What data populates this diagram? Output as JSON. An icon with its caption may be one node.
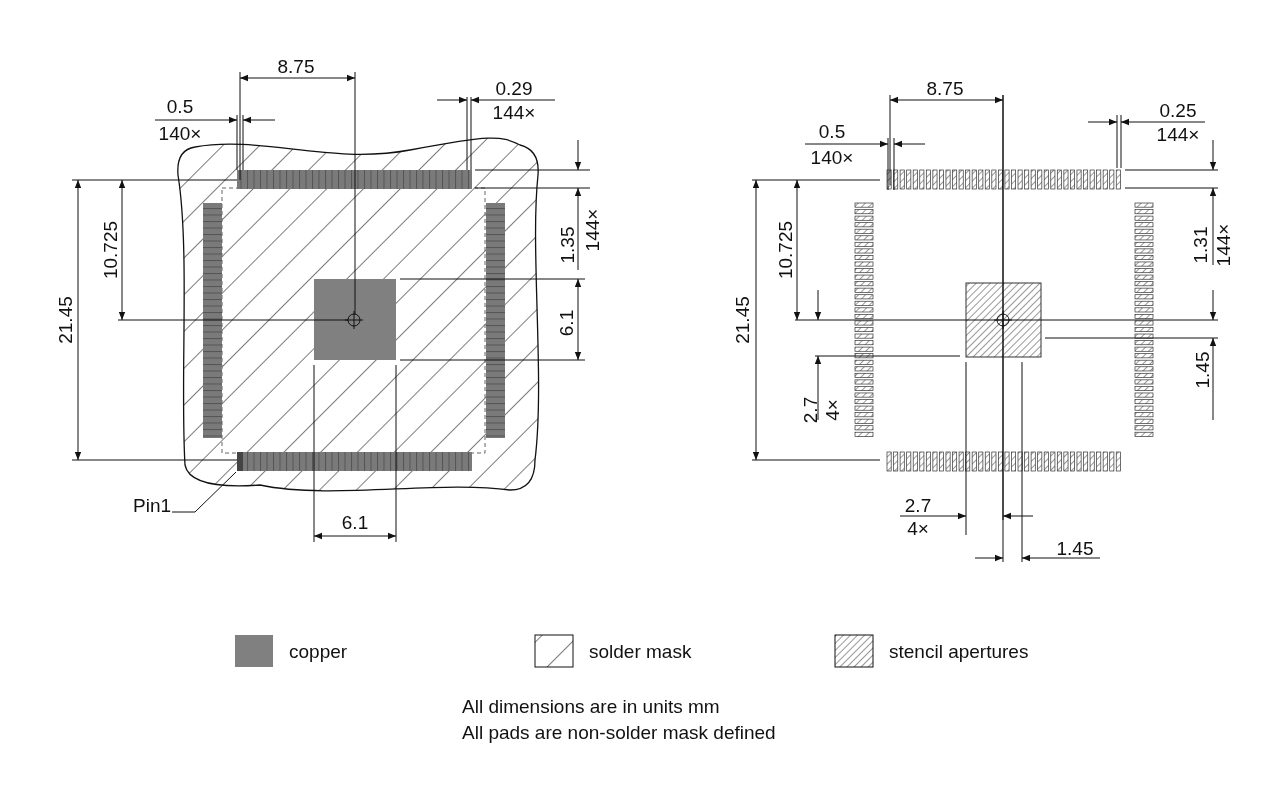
{
  "diagram": {
    "nodes": [
      {
        "text": [
          "Pin1"
        ]
      },
      {
        "text": [],
        "shape": "box"
      }
    ],
    "edges": [
      {
        "from": 0,
        "to": 1,
        "arrow": "none"
      }
    ],
    "labels": [
      "8.75",
      "0.29",
      "144×",
      "0.5",
      "140×",
      "1.35",
      "144×",
      "10.725",
      "21.45",
      "6.1",
      "6.1",
      "8.75",
      "0.25",
      "0.5",
      "144×",
      "140×",
      "1.31",
      "144×",
      "10.725",
      "21.45",
      "2.7",
      "4×",
      "1.45",
      "2.7",
      "4×",
      "1.45",
      "All dimensions are in units mm",
      "All pads are non-solder mask defined"
    ],
    "legend": [
      {
        "text": "copper",
        "color": "#808080"
      },
      {
        "text": "solder mask"
      },
      {
        "text": "stencil apertures"
      }
    ]
  }
}
